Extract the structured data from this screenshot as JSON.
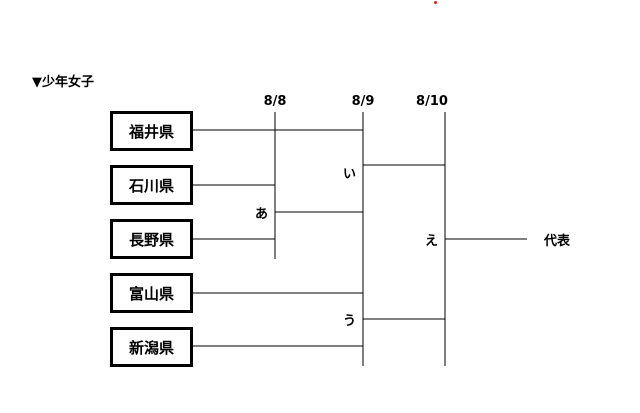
{
  "title": "▼少年女子",
  "dates": [
    "8/8",
    "8/9",
    "8/10"
  ],
  "teams": [
    "福井県",
    "石川県",
    "長野県",
    "富山県",
    "新潟県"
  ],
  "matches": [
    "あ",
    "い",
    "う",
    "え"
  ],
  "winner_label": "代表",
  "colors": {
    "line": "#000000",
    "box_border": "#000000",
    "dot": "#e02020"
  }
}
